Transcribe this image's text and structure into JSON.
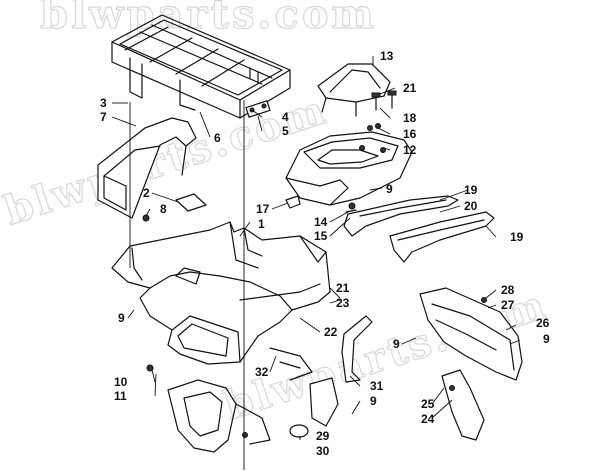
{
  "watermark": "blwparts.com",
  "callouts": [
    "1",
    "2",
    "3",
    "4",
    "5",
    "6",
    "7",
    "8",
    "9",
    "10",
    "11",
    "12",
    "13",
    "14",
    "15",
    "16",
    "17",
    "18",
    "19",
    "20",
    "21",
    "22",
    "23",
    "24",
    "25",
    "26",
    "27",
    "28",
    "29",
    "30",
    "31",
    "32"
  ],
  "labels": [
    {
      "id": "13",
      "text": "13"
    },
    {
      "id": "21a",
      "text": "21"
    },
    {
      "id": "18",
      "text": "18"
    },
    {
      "id": "16",
      "text": "16"
    },
    {
      "id": "12",
      "text": "12"
    },
    {
      "id": "3",
      "text": "3"
    },
    {
      "id": "7",
      "text": "7"
    },
    {
      "id": "4",
      "text": "4"
    },
    {
      "id": "5",
      "text": "5"
    },
    {
      "id": "6",
      "text": "6"
    },
    {
      "id": "2",
      "text": "2"
    },
    {
      "id": "8",
      "text": "8"
    },
    {
      "id": "9a",
      "text": "9"
    },
    {
      "id": "19a",
      "text": "19"
    },
    {
      "id": "20",
      "text": "20"
    },
    {
      "id": "19b",
      "text": "19"
    },
    {
      "id": "17",
      "text": "17"
    },
    {
      "id": "1",
      "text": "1"
    },
    {
      "id": "14",
      "text": "14"
    },
    {
      "id": "15",
      "text": "15"
    },
    {
      "id": "9b",
      "text": "9"
    },
    {
      "id": "21b",
      "text": "21"
    },
    {
      "id": "23",
      "text": "23"
    },
    {
      "id": "22",
      "text": "22"
    },
    {
      "id": "28",
      "text": "28"
    },
    {
      "id": "27",
      "text": "27"
    },
    {
      "id": "26",
      "text": "26"
    },
    {
      "id": "9c",
      "text": "9"
    },
    {
      "id": "9d",
      "text": "9"
    },
    {
      "id": "10",
      "text": "10"
    },
    {
      "id": "11",
      "text": "11"
    },
    {
      "id": "32",
      "text": "32"
    },
    {
      "id": "31",
      "text": "31"
    },
    {
      "id": "9e",
      "text": "9"
    },
    {
      "id": "25",
      "text": "25"
    },
    {
      "id": "24",
      "text": "24"
    },
    {
      "id": "29",
      "text": "29"
    },
    {
      "id": "30",
      "text": "30"
    }
  ]
}
